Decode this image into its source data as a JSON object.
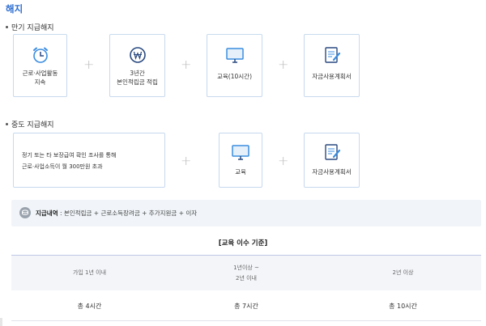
{
  "title": "해지",
  "section1": {
    "heading": "만기 지급해지",
    "cards": [
      {
        "lines": [
          "근로·사업활동",
          "지속"
        ],
        "icon": "alarm-clock-icon"
      },
      {
        "lines": [
          "3년간",
          "본인적립금 적립"
        ],
        "icon": "won-coin-icon"
      },
      {
        "lines": [
          "교육(10시간)"
        ],
        "icon": "monitor-icon"
      },
      {
        "lines": [
          "자금사용계획서"
        ],
        "icon": "document-pen-icon"
      }
    ],
    "plus": "+"
  },
  "section2": {
    "heading": "중도 지급해지",
    "condition_lines": [
      "정기 또는 타 보장급여 확인 조사를 통해",
      "근로·사업소득이 월 300만원 초과"
    ],
    "cards": [
      {
        "lines": [
          "교육"
        ],
        "icon": "monitor-icon"
      },
      {
        "lines": [
          "자금사용계획서"
        ],
        "icon": "document-pen-icon"
      }
    ],
    "plus": "+"
  },
  "payment": {
    "label": "지급내역",
    "separator": " : ",
    "text": "본인적립금 + 근로소득장려금 + 추가지원금 + 이자",
    "icon": "coin-icon"
  },
  "education_table": {
    "title": "[교육 이수 기준]",
    "headers": [
      [
        "가입 1년 이내"
      ],
      [
        "1년이상 ~",
        "2년 이내"
      ],
      [
        "2년 이상"
      ]
    ],
    "values": [
      "총 4시간",
      "총 7시간",
      "총 10시간"
    ]
  },
  "colors": {
    "accent": "#2e6fd0",
    "card_border": "#c7d9ee",
    "icon_blue": "#3a8de0",
    "icon_navy": "#2a4a80"
  }
}
